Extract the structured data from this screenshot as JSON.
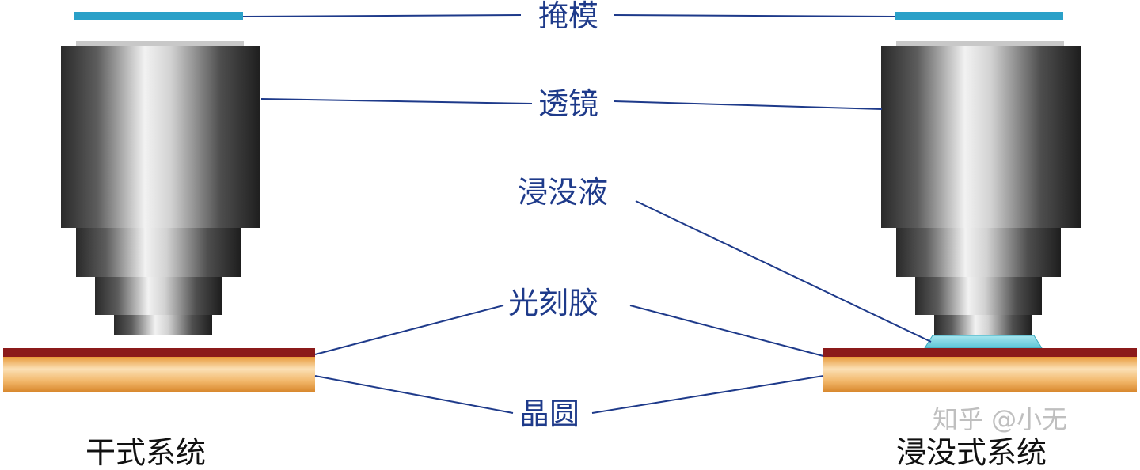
{
  "labels": {
    "mask": "掩模",
    "lens": "透镜",
    "immersion_liquid": "浸没液",
    "photoresist": "光刻胶",
    "wafer": "晶圆"
  },
  "systems": {
    "dry": "干式系统",
    "immersion": "浸没式系统"
  },
  "watermark": "知乎 @小无",
  "colors": {
    "label_text": "#1e3a8a",
    "leader_line": "#1e3a8a",
    "mask": "#2aa0c8",
    "photoresist": "#8b1a1a",
    "wafer": "#e8a040",
    "immersion_liquid": "#7fd3e0",
    "lens_metal": "#7a7a7a"
  }
}
